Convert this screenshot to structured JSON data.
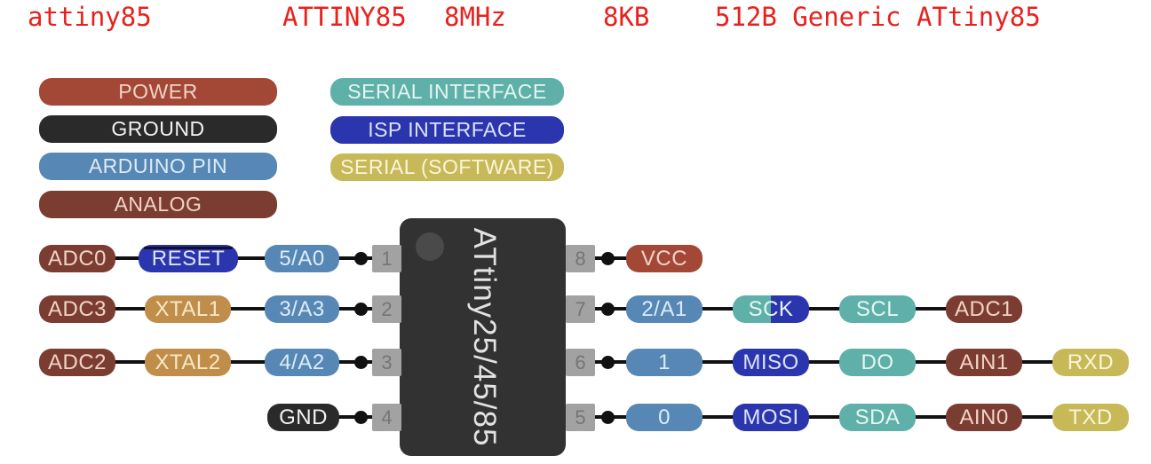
{
  "header": {
    "color": "#e8211d",
    "items": [
      "attiny85",
      "ATTINY85",
      "8MHz",
      "8KB",
      "512B Generic ATtiny85"
    ]
  },
  "palette": {
    "power": "#a34737",
    "ground": "#2b2a2a",
    "arduino": "#5787b5",
    "analog": "#7b3d32",
    "serial": "#5fb0a9",
    "isp": "#2b35ae",
    "serial_software": "#c8b958",
    "xtal": "#c08e4a",
    "wire": "#111111",
    "pad": "#a2a2a2",
    "chip_body": "#323232",
    "chip_text": "#e2e2e2"
  },
  "legend": {
    "left": [
      {
        "label": "POWER",
        "category": "power"
      },
      {
        "label": "GROUND",
        "category": "ground"
      },
      {
        "label": "ARDUINO PIN",
        "category": "arduino"
      },
      {
        "label": "ANALOG",
        "category": "analog"
      }
    ],
    "right": [
      {
        "label": "SERIAL INTERFACE",
        "category": "serial"
      },
      {
        "label": "ISP INTERFACE",
        "category": "isp"
      },
      {
        "label": "SERIAL (SOFTWARE)",
        "category": "serial_software"
      }
    ]
  },
  "chip": {
    "label": "ATtiny25/45/85",
    "left_pins": [
      "1",
      "2",
      "3",
      "4"
    ],
    "right_pins": [
      "8",
      "7",
      "6",
      "5"
    ]
  },
  "pinout": {
    "left_rows": [
      {
        "pin": "1",
        "pills": [
          {
            "label": "ADC0",
            "category": "analog"
          },
          {
            "label": "RESET",
            "category": "isp",
            "overline": true
          },
          {
            "label": "5/A0",
            "category": "arduino"
          }
        ]
      },
      {
        "pin": "2",
        "pills": [
          {
            "label": "ADC3",
            "category": "analog"
          },
          {
            "label": "XTAL1",
            "category": "xtal"
          },
          {
            "label": "3/A3",
            "category": "arduino"
          }
        ]
      },
      {
        "pin": "3",
        "pills": [
          {
            "label": "ADC2",
            "category": "analog"
          },
          {
            "label": "XTAL2",
            "category": "xtal"
          },
          {
            "label": "4/A2",
            "category": "arduino"
          }
        ]
      },
      {
        "pin": "4",
        "pills": [
          {
            "label": "GND",
            "category": "ground"
          }
        ]
      }
    ],
    "right_rows": [
      {
        "pin": "8",
        "pills": [
          {
            "label": "VCC",
            "category": "power"
          }
        ]
      },
      {
        "pin": "7",
        "pills": [
          {
            "label": "2/A1",
            "category": "arduino"
          },
          {
            "label": "SCK",
            "category": "serial+isp"
          },
          {
            "label": "SCL",
            "category": "serial"
          },
          {
            "label": "ADC1",
            "category": "analog"
          }
        ]
      },
      {
        "pin": "6",
        "pills": [
          {
            "label": "1",
            "category": "arduino"
          },
          {
            "label": "MISO",
            "category": "isp"
          },
          {
            "label": "DO",
            "category": "serial"
          },
          {
            "label": "AIN1",
            "category": "analog"
          },
          {
            "label": "RXD",
            "category": "serial_software"
          }
        ]
      },
      {
        "pin": "5",
        "pills": [
          {
            "label": "0",
            "category": "arduino"
          },
          {
            "label": "MOSI",
            "category": "isp"
          },
          {
            "label": "SDA",
            "category": "serial"
          },
          {
            "label": "AIN0",
            "category": "analog"
          },
          {
            "label": "TXD",
            "category": "serial_software"
          }
        ]
      }
    ]
  }
}
